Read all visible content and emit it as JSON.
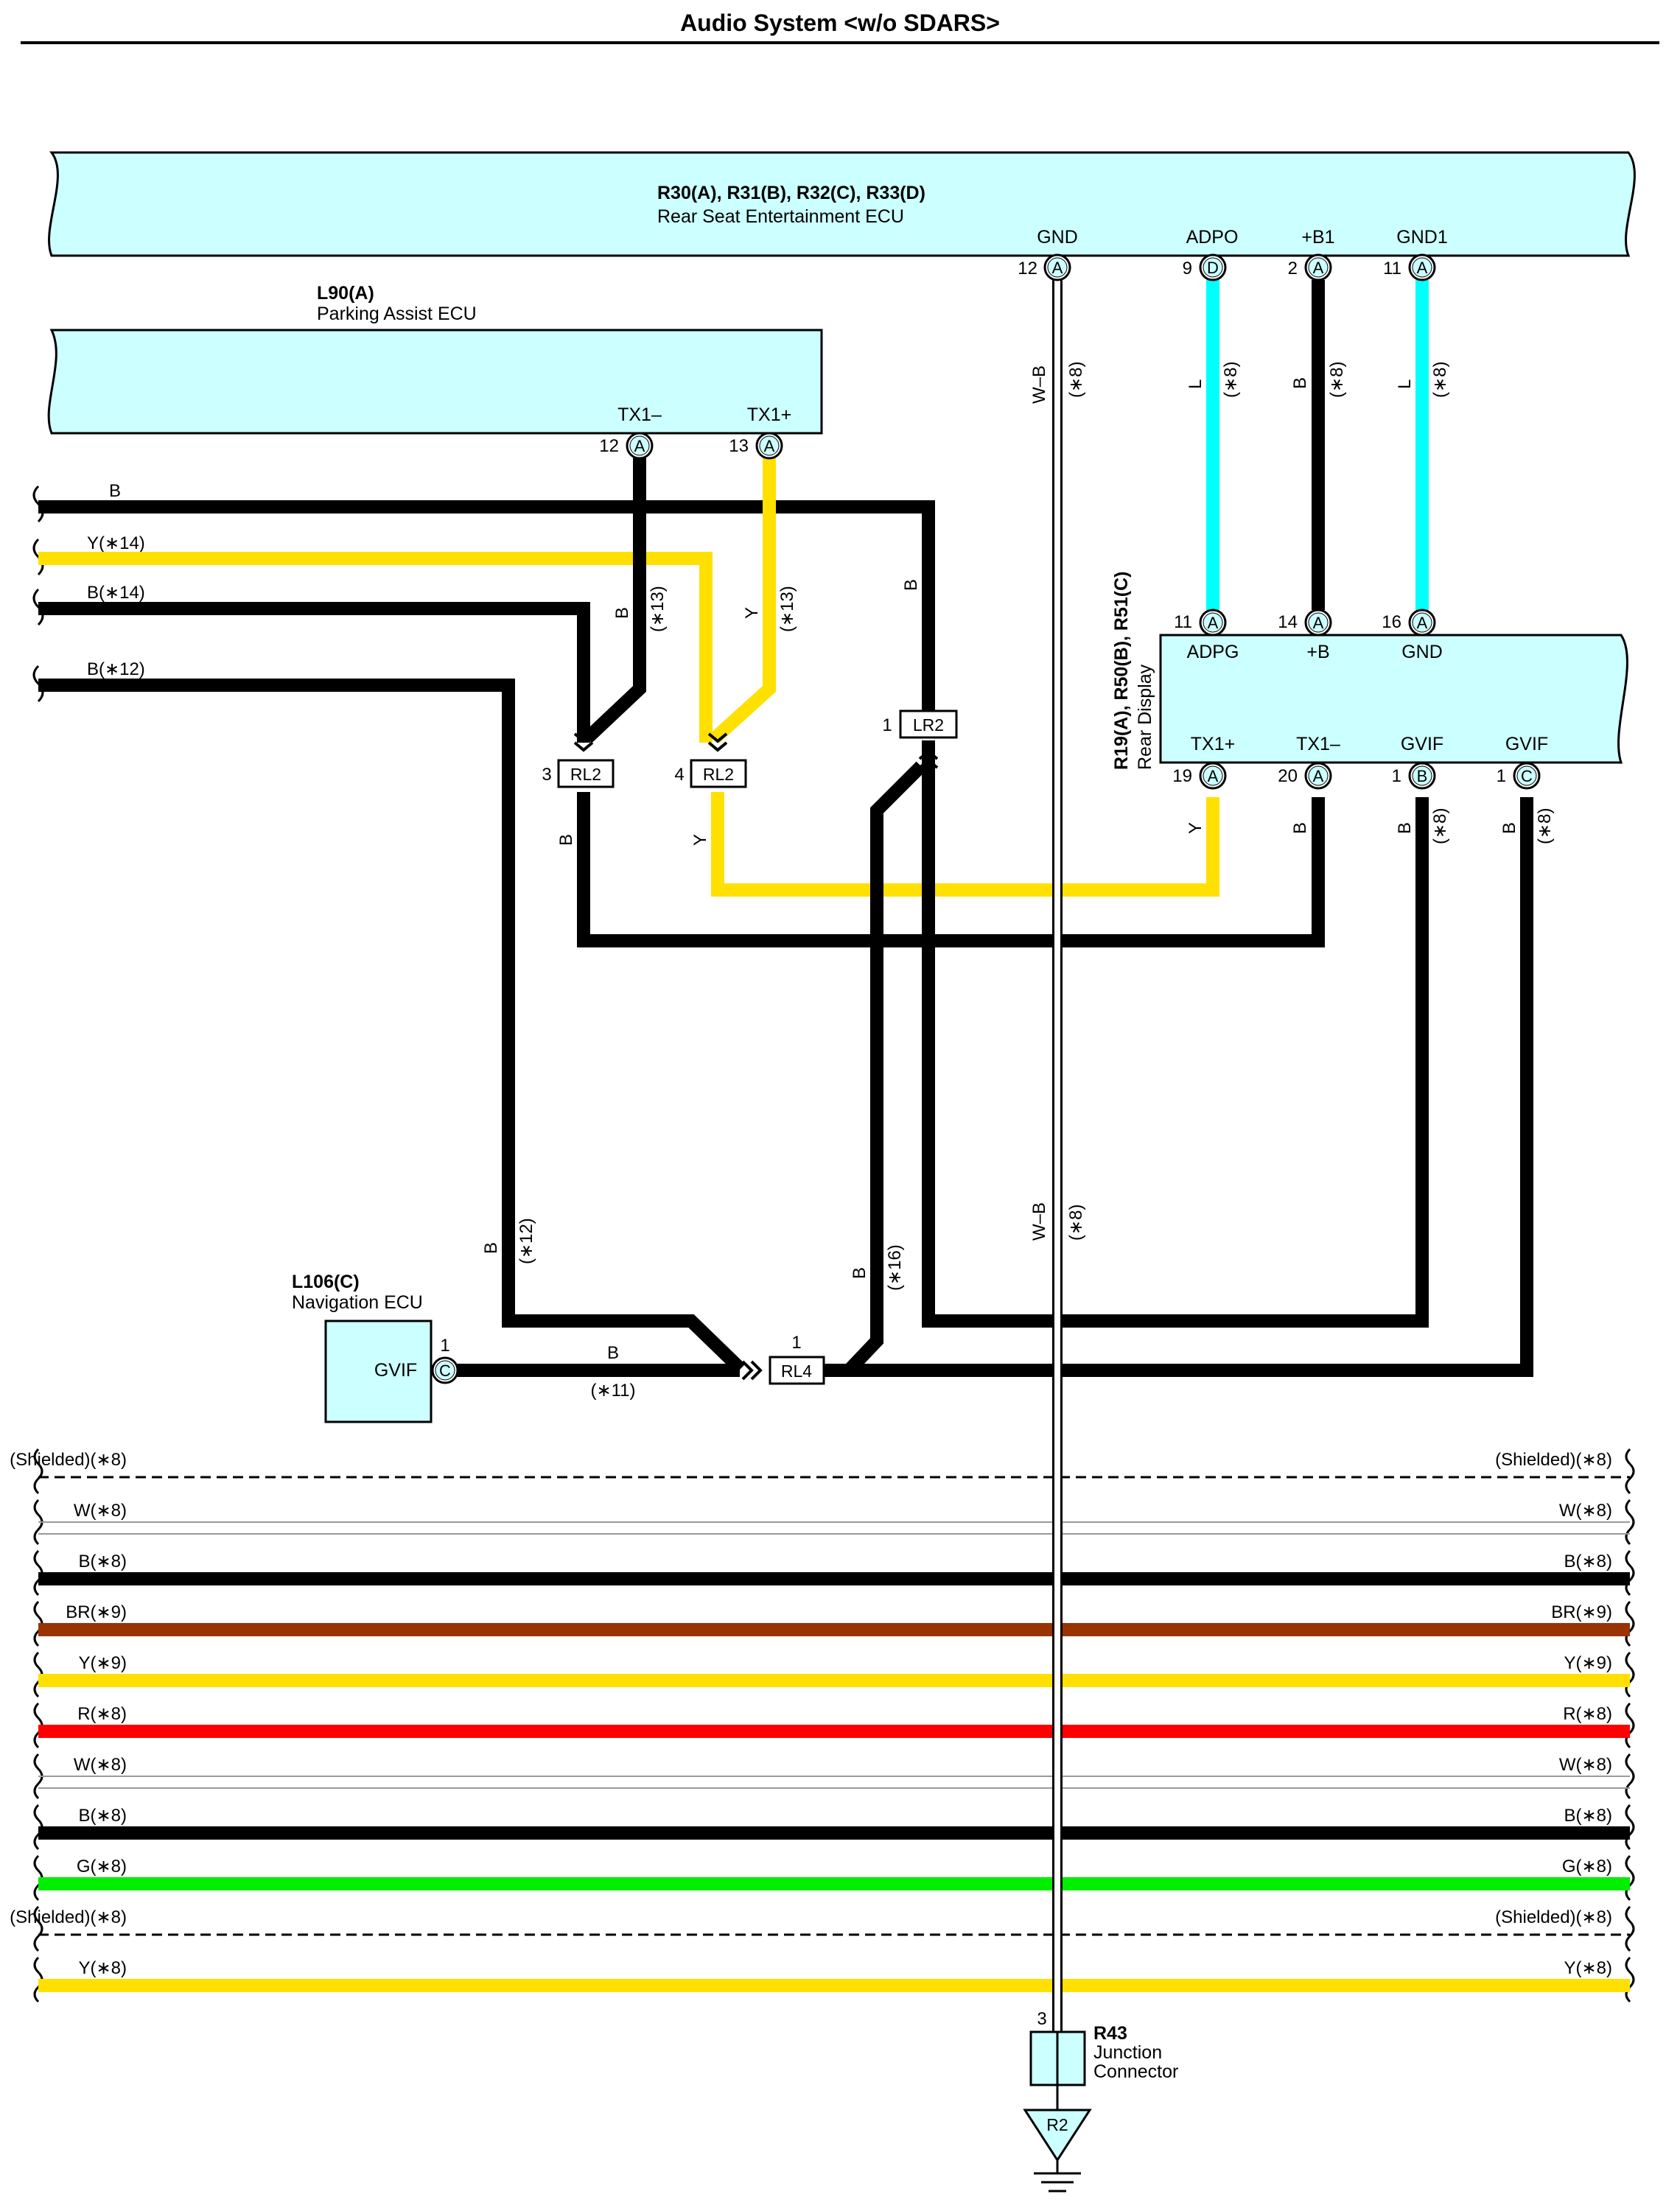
{
  "title": "Audio System <w/o SDARS>",
  "components": {
    "rse_ecu": {
      "id": "R30(A), R31(B), R32(C), R33(D)",
      "name": "Rear Seat Entertainment ECU",
      "terminals": {
        "gnd": {
          "label": "GND",
          "pin": "12",
          "conn": "A"
        },
        "adpo": {
          "label": "ADPO",
          "pin": "9",
          "conn": "D"
        },
        "b1": {
          "label": "+B1",
          "pin": "2",
          "conn": "A"
        },
        "gnd1": {
          "label": "GND1",
          "pin": "11",
          "conn": "A"
        }
      }
    },
    "parking_ecu": {
      "id": "L90(A)",
      "name": "Parking Assist ECU",
      "terminals": {
        "tx1m": {
          "label": "TX1–",
          "pin": "12",
          "conn": "A"
        },
        "tx1p": {
          "label": "TX1+",
          "pin": "13",
          "conn": "A"
        }
      }
    },
    "rear_display": {
      "id": "R19(A), R50(B), R51(C)",
      "name": "Rear Display",
      "terminals": {
        "adpg": {
          "label": "ADPG",
          "pin": "11",
          "conn": "A"
        },
        "b": {
          "label": "+B",
          "pin": "14",
          "conn": "A"
        },
        "gnd": {
          "label": "GND",
          "pin": "16",
          "conn": "A"
        },
        "tx1p": {
          "label": "TX1+",
          "pin": "19",
          "conn": "A"
        },
        "tx1m": {
          "label": "TX1–",
          "pin": "20",
          "conn": "A"
        },
        "gvif_b": {
          "label": "GVIF",
          "pin": "1",
          "conn": "B"
        },
        "gvif_c": {
          "label": "GVIF",
          "pin": "1",
          "conn": "C"
        }
      }
    },
    "nav_ecu": {
      "id": "L106(C)",
      "name": "Navigation ECU",
      "terminal": {
        "label": "GVIF",
        "pin": "1",
        "conn": "C"
      }
    },
    "junction": {
      "id": "R43",
      "name_line1": "Junction",
      "name_line2": "Connector",
      "pin": "3"
    },
    "ground": {
      "label": "R2"
    }
  },
  "inline_connectors": [
    {
      "label": "RL2",
      "pin": "3"
    },
    {
      "label": "RL2",
      "pin": "4"
    },
    {
      "label": "LR2",
      "pin": "1"
    },
    {
      "label": "RL4",
      "pin": "1"
    }
  ],
  "wire_labels": {
    "gnd_color": "W–B",
    "gnd_note": "(∗8)",
    "adpo_color": "L",
    "adpo_note": "(∗8)",
    "b1_color": "B",
    "b1_note": "(∗8)",
    "gnd1_color": "L",
    "gnd1_note": "(∗8)",
    "tx1m_color": "B",
    "tx1m_note": "(∗13)",
    "tx1p_color": "Y",
    "tx1p_note": "(∗13)",
    "lr2_color": "B",
    "rl2_3_color": "B",
    "rl2_4_color": "Y",
    "disp_tx1p_color": "Y",
    "disp_tx1m_color": "B",
    "gvif_b_color": "B",
    "gvif_b_note": "(∗8)",
    "gvif_c_color": "B",
    "gvif_c_note": "(∗8)",
    "b12_color": "B",
    "b12_note": "(∗12)",
    "b16_color": "B",
    "b16_note": "(∗16)",
    "nav_color": "B",
    "nav_note": "(∗11)",
    "left_b": "B",
    "left_y14": "Y(∗14)",
    "left_b14": "B(∗14)",
    "left_b12": "B(∗12)"
  },
  "bus_wires": [
    {
      "label": "(Shielded)(∗8)",
      "color": "#000000",
      "style": "dashed"
    },
    {
      "label": "W(∗8)",
      "color": "#ffffff",
      "style": "white"
    },
    {
      "label": "B(∗8)",
      "color": "#000000",
      "style": "solid"
    },
    {
      "label": "BR(∗9)",
      "color": "#993300",
      "style": "solid"
    },
    {
      "label": "Y(∗9)",
      "color": "#ffe000",
      "style": "solid"
    },
    {
      "label": "R(∗8)",
      "color": "#ff0000",
      "style": "solid"
    },
    {
      "label": "W(∗8)",
      "color": "#ffffff",
      "style": "white"
    },
    {
      "label": "B(∗8)",
      "color": "#000000",
      "style": "solid"
    },
    {
      "label": "G(∗8)",
      "color": "#00ee00",
      "style": "solid"
    },
    {
      "label": "(Shielded)(∗8)",
      "color": "#000000",
      "style": "dashed"
    },
    {
      "label": "Y(∗8)",
      "color": "#ffe000",
      "style": "solid"
    }
  ],
  "colors": {
    "component_fill": "#ccffff",
    "wire_black": "#000000",
    "wire_yellow": "#ffe000",
    "wire_cyan": "#00ffff"
  }
}
